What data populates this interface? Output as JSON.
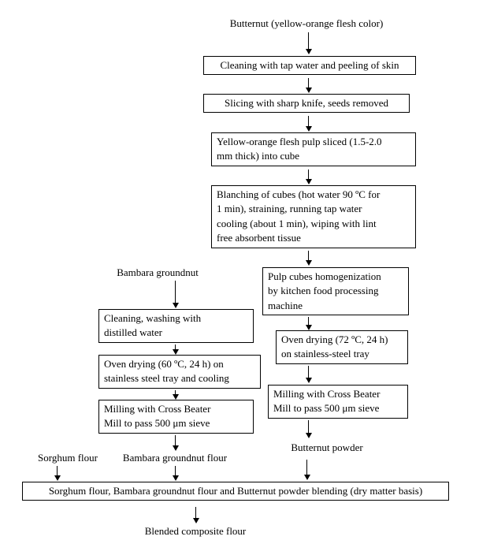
{
  "colors": {
    "background": "#ffffff",
    "text": "#000000",
    "line": "#000000"
  },
  "flowchart": {
    "butternut": {
      "source": "Butternut (yellow-orange flesh color)",
      "cleaning": "Cleaning with tap water and peeling of skin",
      "slicing": "Slicing with sharp knife, seeds removed",
      "pulp_sliced_lines": [
        "Yellow-orange flesh pulp sliced (1.5-2.0",
        "mm thick) into cube"
      ],
      "blanching_lines": [
        "Blanching of cubes (hot water 90 ºC for",
        "1 min), straining, running tap water",
        "cooling (about 1 min), wiping with lint",
        "free absorbent tissue"
      ],
      "homogenization_lines": [
        "Pulp cubes homogenization",
        "by kitchen food processing",
        "machine"
      ],
      "oven_drying_lines": [
        "Oven drying (72 ºC, 24 h)",
        "on stainless-steel tray"
      ],
      "milling_lines": [
        "Milling with Cross Beater",
        "Mill to pass 500 μm sieve"
      ],
      "output": "Butternut powder"
    },
    "bambara": {
      "source": "Bambara groundnut",
      "cleaning_lines": [
        "Cleaning, washing with",
        "distilled water"
      ],
      "oven_drying_lines": [
        "Oven drying (60 ºC, 24 h) on",
        "stainless steel tray and cooling"
      ],
      "milling_lines": [
        "Milling with Cross Beater",
        "Mill to pass 500 μm sieve"
      ],
      "output": "Bambara groundnut flour"
    },
    "sorghum": {
      "source": "Sorghum flour"
    },
    "blending": "Sorghum flour, Bambara groundnut flour and Butternut powder blending (dry matter basis)",
    "final_output": "Blended composite flour"
  }
}
